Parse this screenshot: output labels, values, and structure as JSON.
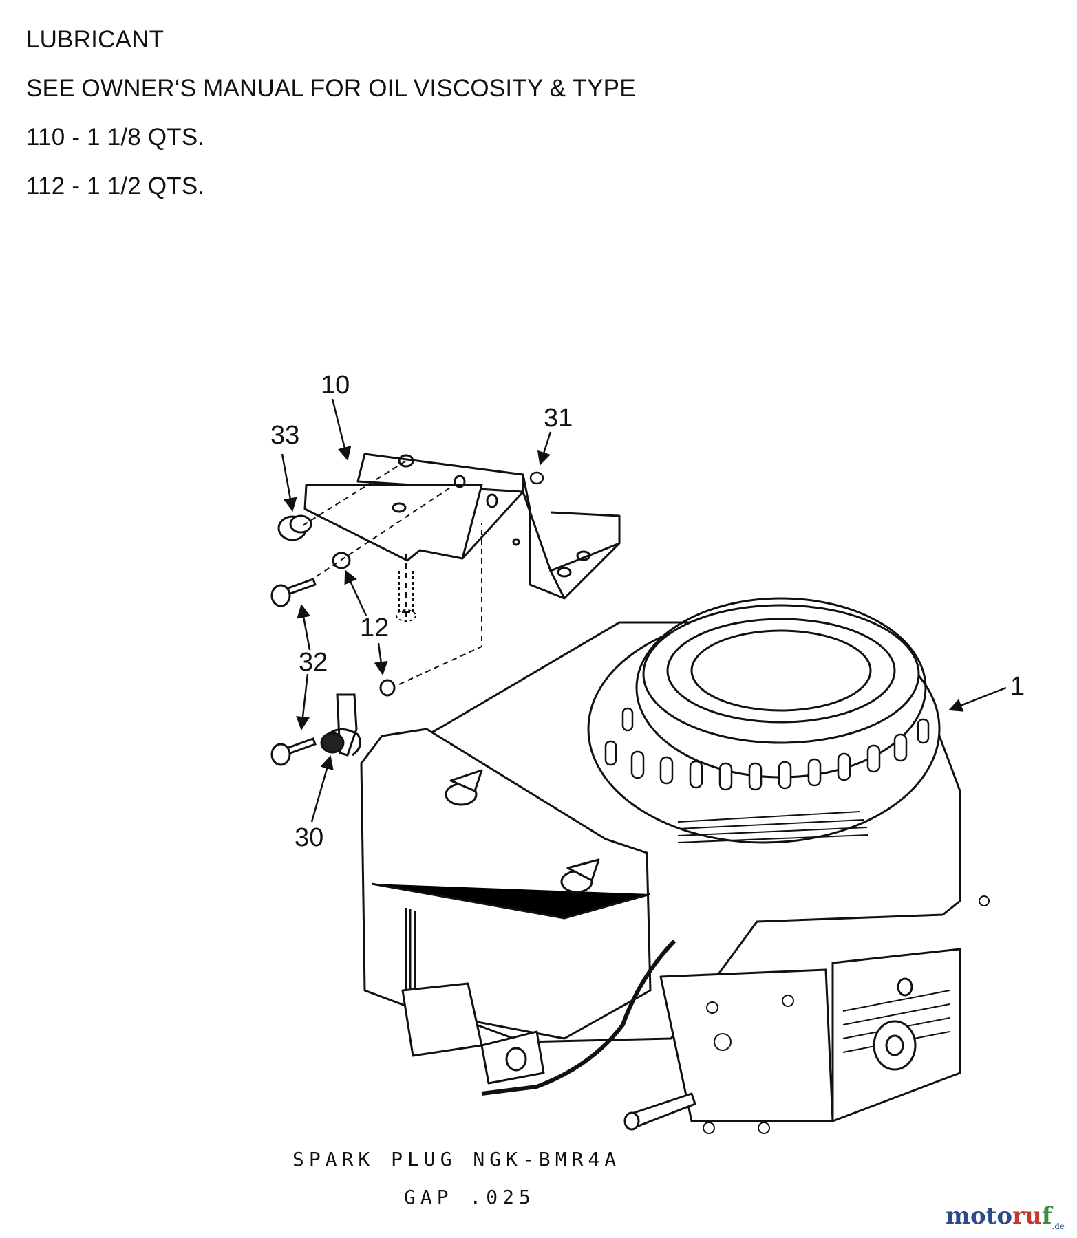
{
  "header": {
    "lines": [
      "LUBRICANT",
      "SEE OWNER‘S MANUAL FOR OIL VISCOSITY & TYPE",
      "110 - 1 1/8 QTS.",
      "112 - 1 1/2 QTS."
    ]
  },
  "callouts": {
    "c1": "1",
    "c10": "10",
    "c12": "12",
    "c30": "30",
    "c31": "31",
    "c32": "32",
    "c33": "33"
  },
  "footer": {
    "spark_plug": "SPARK PLUG NGK-BMR4A",
    "gap": "GAP .025"
  },
  "watermark": {
    "part_a": "moto",
    "part_b": "ru",
    "part_c": "f",
    "suffix": ".de"
  }
}
